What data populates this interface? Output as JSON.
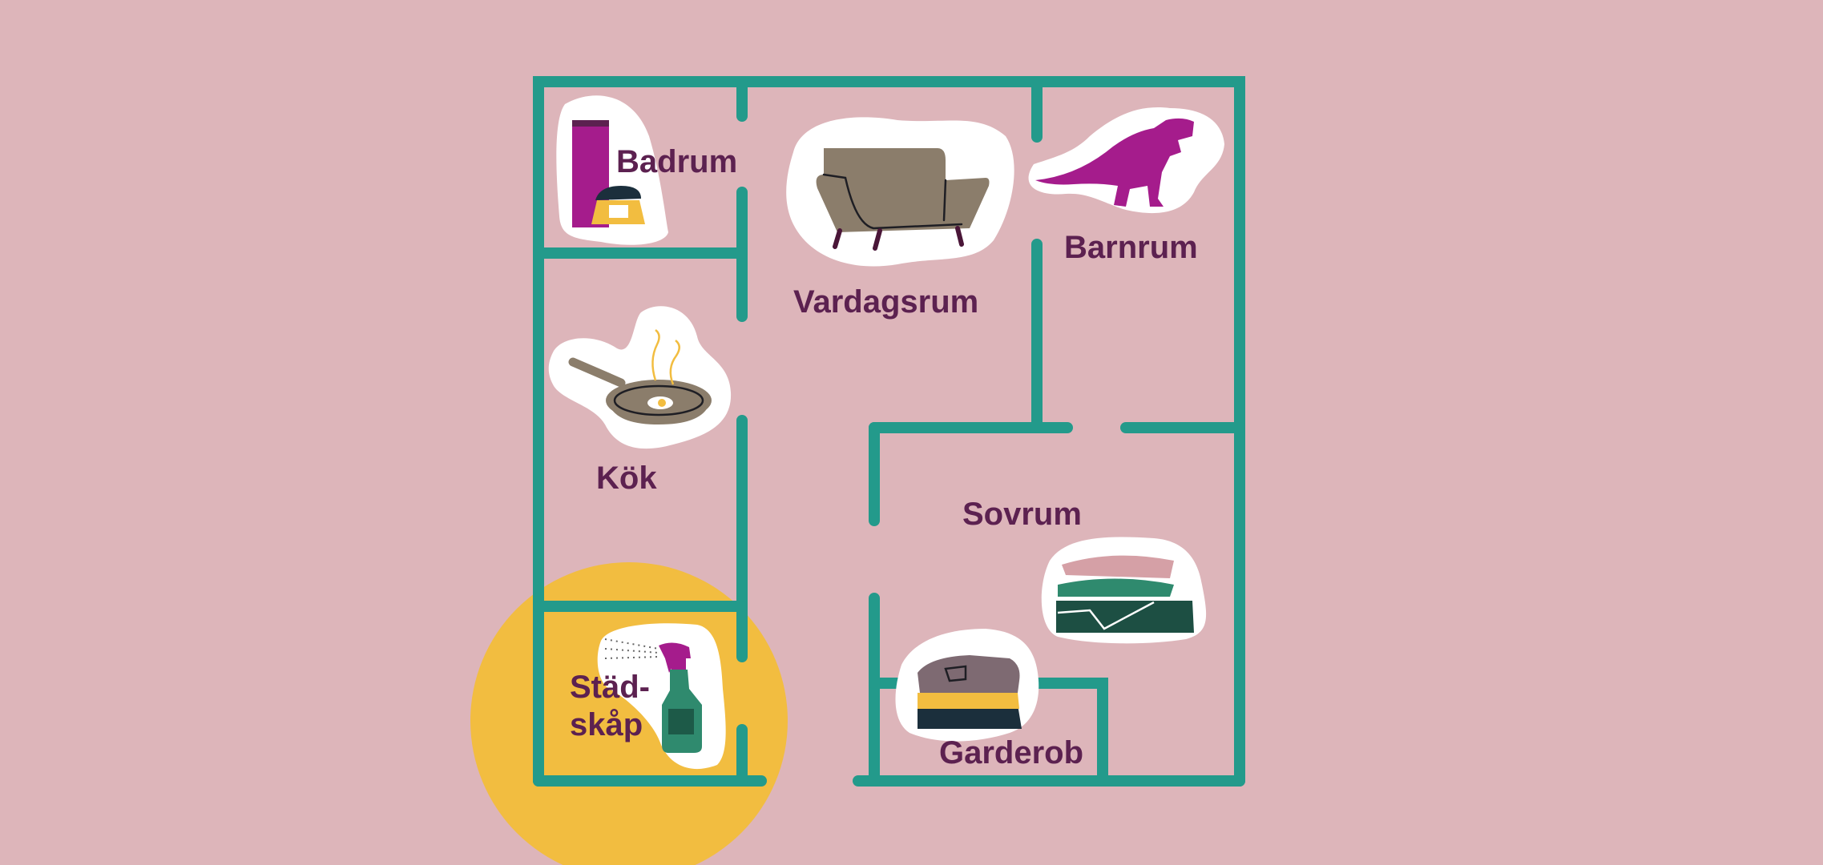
{
  "floor_plan": {
    "rooms": {
      "bathroom": "Badrum",
      "living_room": "Vardagsrum",
      "kids_room": "Barnrum",
      "kitchen": "Kök",
      "bedroom": "Sovrum",
      "cleaning_closet_line1": "Städ-",
      "cleaning_closet_line2": "skåp",
      "wardrobe": "Garderob"
    },
    "highlighted_room": "Städskåp"
  },
  "colors": {
    "background": "#ddb5ba",
    "walls": "#239a8b",
    "highlight": "#f2bd40",
    "label_text": "#5c2150",
    "accent_magenta": "#a51c8c"
  }
}
